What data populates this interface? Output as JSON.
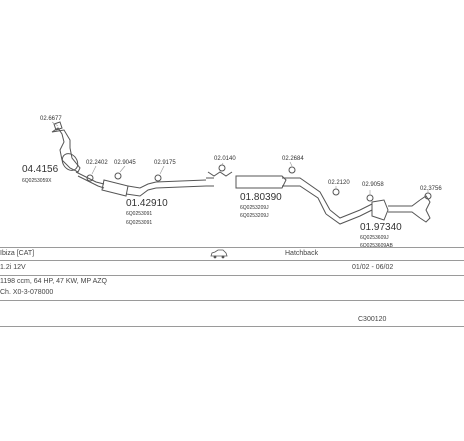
{
  "parts": {
    "p1": {
      "number": "02.6677",
      "code": ""
    },
    "p2": {
      "number": "04.4156",
      "code": "6Q0253059X"
    },
    "p3": {
      "number": "02.2402",
      "code": ""
    },
    "p4": {
      "number": "02.9045",
      "code": ""
    },
    "p5": {
      "number": "02.9175",
      "code": ""
    },
    "p6": {
      "number": "01.42910",
      "code": "6Q0253091",
      "code2": "6Q0253091"
    },
    "p7": {
      "number": "02.0140",
      "code": ""
    },
    "p8": {
      "number": "02.2684",
      "code": ""
    },
    "p9": {
      "number": "01.80390",
      "code": "6Q0253209J",
      "code2": "6Q0253209J"
    },
    "p10": {
      "number": "02.2120",
      "code": ""
    },
    "p11": {
      "number": "02.9058",
      "code": ""
    },
    "p12": {
      "number": "01.97340",
      "code": "6Q0253609J",
      "code2": "6Q0253609AB"
    },
    "p13": {
      "number": "02.3756",
      "code": ""
    }
  },
  "vehicle": {
    "model": "Ibiza [CAT]",
    "body": "Hatchback",
    "engine": "1.2i 12V",
    "dates": "01/02 - 06/02",
    "spec": "1198 ccm, 64 HP, 47 KW, MP AZQ",
    "chassis": "Ch. X0-3-078000",
    "ref": "C300120"
  },
  "colors": {
    "line": "#555555",
    "text": "#333333",
    "rule": "#9a9a9a"
  }
}
